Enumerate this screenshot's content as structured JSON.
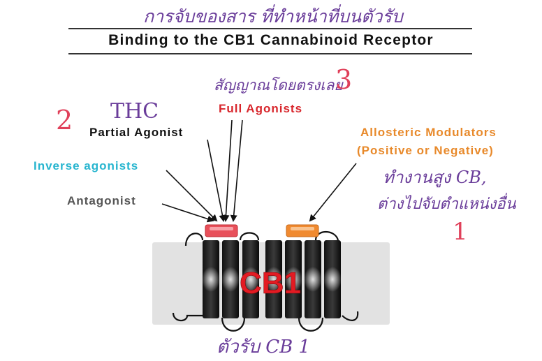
{
  "title": "Binding to the CB1 Cannabinoid Receptor",
  "receptor_label": "CB1",
  "labels": {
    "partial_agonist": "Partial Agonist",
    "full_agonists": "Full Agonists",
    "allosteric_line1": "Allosteric Modulators",
    "allosteric_line2": "(Positive or Negative)",
    "inverse_agonists": "Inverse agonists",
    "antagonist": "Antagonist"
  },
  "handwritten": {
    "top": "การจับของสาร ที่ทำหน้าที่บนตัวรับ",
    "full_agonists_note": "สัญญาณโดยตรงเลย",
    "number_3": "3",
    "number_2": "2",
    "thc": "THC",
    "allosteric_note1": "ทำงานสูง CB,",
    "allosteric_note2": "ต่างไปจับตำแหน่งอื่น",
    "number_1": "1",
    "bottom": "ตัวรับ CB 1"
  },
  "colors": {
    "title": "#111111",
    "full_agonists": "#d8262c",
    "allosteric": "#e8892a",
    "inverse_agonists": "#27b5cf",
    "antagonist": "#555555",
    "partial_agonist": "#111111",
    "receptor_text": "#e31b23",
    "handwriting_purple": "#6a3d9a",
    "handwriting_red": "#e0405a",
    "membrane": "#e2e2e2"
  }
}
